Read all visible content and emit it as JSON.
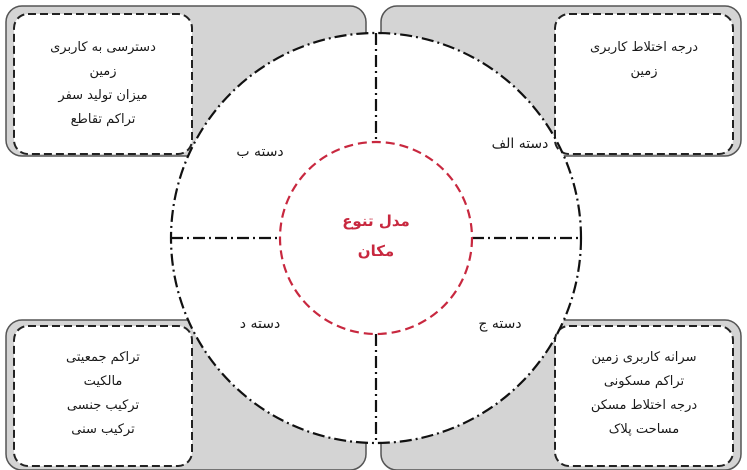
{
  "center": {
    "line1": "مدل تنوع",
    "line2": "مکان"
  },
  "categories": {
    "alef": "دسته الف",
    "be": "دسته ب",
    "jim": "دسته ج",
    "dal": "دسته د"
  },
  "boxes": {
    "top_left": [
      "دسترسی به کاربری",
      "زمین",
      "میزان تولید سفر",
      "تراکم تقاطع"
    ],
    "top_right": [
      "درجه اختلاط کاربری",
      "زمین"
    ],
    "bottom_left": [
      "تراکم جمعیتی",
      "مالکیت",
      "ترکیب جنسی",
      "ترکیب سنی"
    ],
    "bottom_right": [
      "سرانه کاربری زمین",
      "تراکم مسکونی",
      "درجه اختلاط مسکن",
      "مساحت پلاک"
    ]
  },
  "colors": {
    "accent": "#c8283f",
    "panel": "#d4d4d4",
    "outline": "#222222"
  }
}
